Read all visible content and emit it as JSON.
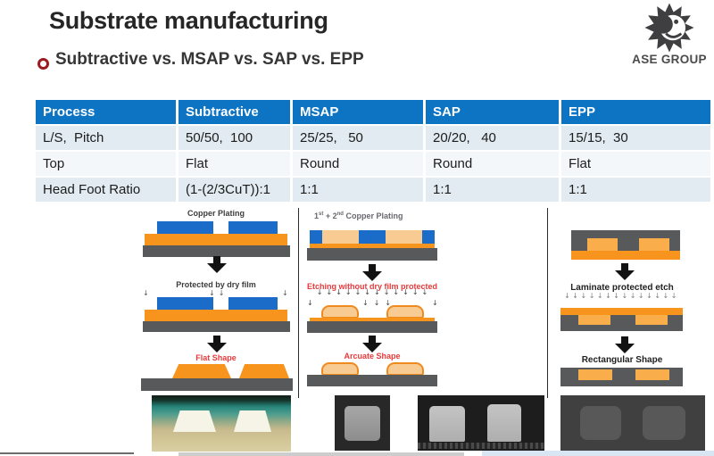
{
  "slide": {
    "title": "Substrate manufacturing",
    "subtitle": "Subtractive vs. MSAP vs. SAP vs. EPP",
    "logo_text": "ASE GROUP"
  },
  "table": {
    "header": [
      "Process",
      "Subtractive",
      "MSAP",
      "SAP",
      "EPP"
    ],
    "rows": [
      {
        "label": "L/S,  Pitch",
        "values": [
          "50/50,  100",
          "25/25,   50",
          "20/20,   40",
          "15/15,  30"
        ]
      },
      {
        "label": "Top",
        "values": [
          "Flat",
          "Round",
          "Round",
          "Flat"
        ]
      },
      {
        "label": "Head Foot Ratio",
        "values": [
          "(1-(2/3CuT)):1",
          "1:1",
          "1:1",
          "1:1"
        ]
      }
    ]
  },
  "diagrams": {
    "subtractive": {
      "step1_label": "Copper Plating",
      "step2_label": "Protected by dry film",
      "result_label": "Flat Shape",
      "etch_left": "↓",
      "etch_mid": "↓↓",
      "etch_right": "↓"
    },
    "msap": {
      "step1_base": "1",
      "step1_sup1": "st",
      "step1_mid": " + 2",
      "step1_sup2": "nd",
      "step1_tail": " Copper Plating",
      "step2_label": "Etching without dry film protected",
      "result_label": "Arcuate Shape",
      "etch_arrows": "↓↓↓↓↓↓↓↓↓↓↓↓",
      "gap_arrows_left": "↓",
      "gap_arrows_mid": "↓↓↓",
      "gap_arrows_right": "↓"
    },
    "epp": {
      "step2_label": "Laminate protected etch",
      "result_label": "Rectangular Shape",
      "etch_arrows": "↓↓↓↓↓↓↓↓↓↓↓↓↓↓"
    }
  },
  "colors": {
    "table_header_blue": "#0d74c4",
    "table_row_light": "#e2ebf1",
    "copper_orange": "#f7941e",
    "copper_light": "#f8cb92",
    "dry_film_blue": "#1b6cc8",
    "substrate_gray": "#58595b",
    "label_red": "#e8393b",
    "bullet_red": "#9b1c1f"
  }
}
